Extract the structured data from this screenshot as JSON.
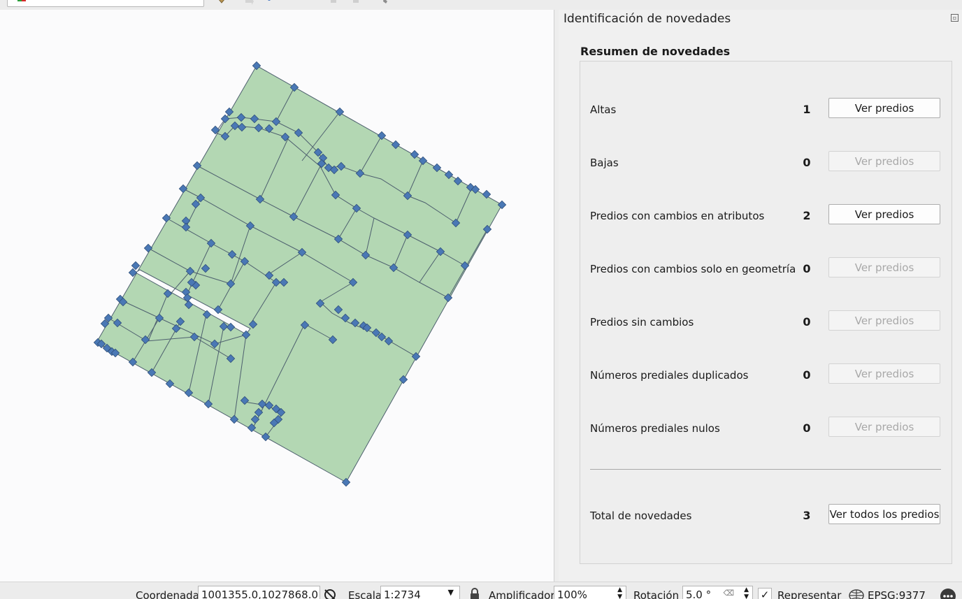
{
  "dock": {
    "title": "Identificación de novedades",
    "float_icon": "float-icon"
  },
  "summary": {
    "heading": "Resumen de novedades",
    "rows": [
      {
        "label": "Altas",
        "count": "1",
        "button": "Ver predios",
        "enabled": true
      },
      {
        "label": "Bajas",
        "count": "0",
        "button": "Ver predios",
        "enabled": false
      },
      {
        "label": "Predios con cambios en atributos",
        "count": "2",
        "button": "Ver predios",
        "enabled": true
      },
      {
        "label": "Predios con cambios solo en geometría",
        "count": "0",
        "button": "Ver predios",
        "enabled": false
      },
      {
        "label": "Predios sin cambios",
        "count": "0",
        "button": "Ver predios",
        "enabled": false
      },
      {
        "label": "Números prediales duplicados",
        "count": "0",
        "button": "Ver predios",
        "enabled": false
      },
      {
        "label": "Números prediales nulos",
        "count": "0",
        "button": "Ver predios",
        "enabled": false
      }
    ],
    "total": {
      "label": "Total de novedades",
      "count": "3",
      "button": "Ver todos los predios"
    }
  },
  "statusbar": {
    "coord_label": "Coordenada",
    "coord_value": "1001355.0,1027868.0",
    "scale_label": "Escala",
    "scale_value": "1:2734",
    "magnifier_label": "Amplificador",
    "magnifier_value": "100%",
    "rotation_label": "Rotación",
    "rotation_value": "5.0 °",
    "render_label": "Representar",
    "render_checked": true,
    "crs": "EPSG:9377"
  },
  "map": {
    "fill_color": "#b3d7b3",
    "edge_color": "#4d5f6e",
    "vertex_color": "#4a78b5"
  },
  "icons": [
    "layer-flag-icon",
    "lock-icon",
    "toggle-extents-icon",
    "crs-globe-icon",
    "messages-icon",
    "chevron-down-icon"
  ]
}
